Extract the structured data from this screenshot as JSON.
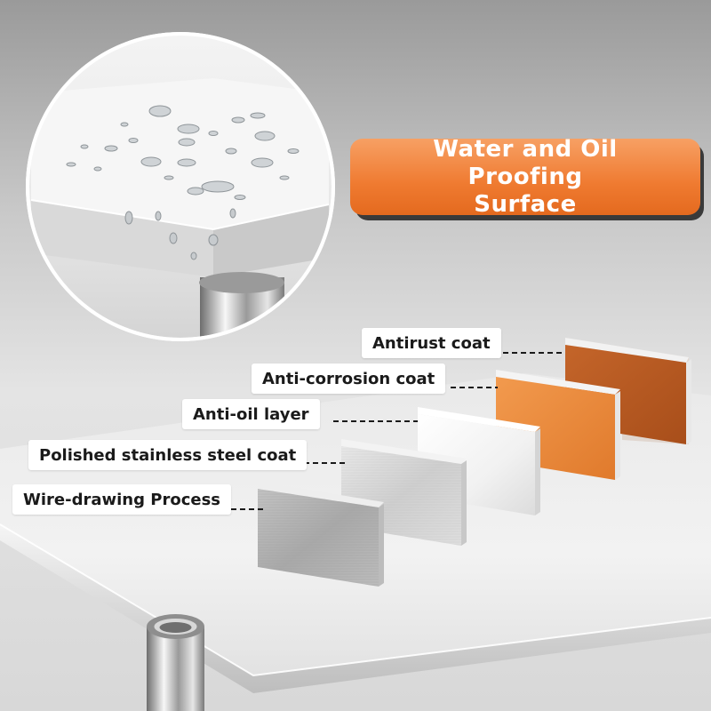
{
  "banner": {
    "line1": "Water and Oil Proofing",
    "line2": "Surface"
  },
  "layers": [
    {
      "label": "Antirust coat",
      "color": "#b85a22"
    },
    {
      "label": "Anti-corrosion coat",
      "color": "#ea8a3e"
    },
    {
      "label": "Anti-oil layer",
      "color": "#eeeeee"
    },
    {
      "label": "Polished stainless steel coat",
      "color": "#d9d9d9"
    },
    {
      "label": "Wire-drawing Process",
      "color": "#b8b8b8"
    }
  ],
  "colors": {
    "accent": "#ef7a30",
    "banner_shadow": "#3a3a3a"
  }
}
